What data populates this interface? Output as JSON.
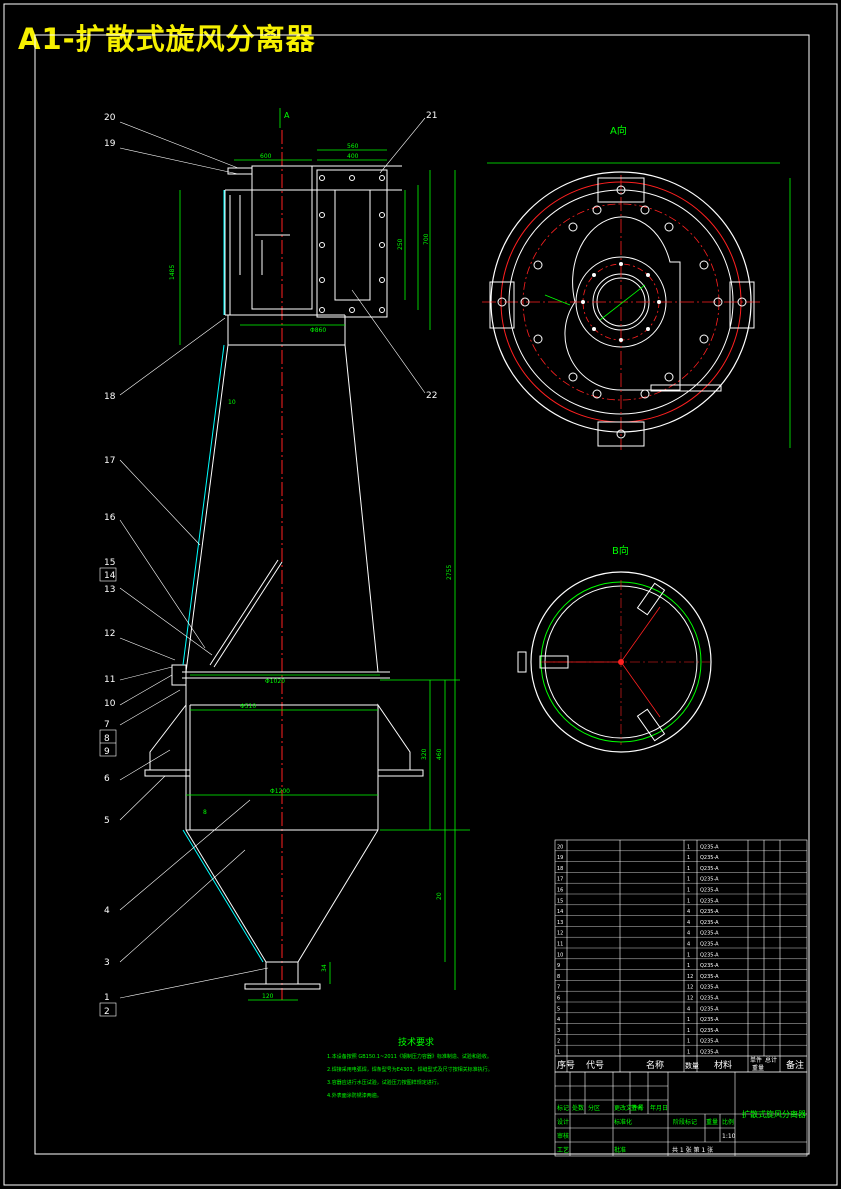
{
  "title": "A1-扩散式旋风分离器",
  "view_labels": {
    "section": "A",
    "view_a": "A向",
    "view_b": "B向"
  },
  "part_numbers": [
    "20",
    "19",
    "18",
    "17",
    "16",
    "15",
    "14",
    "13",
    "12",
    "11",
    "10",
    "7",
    "8",
    "9",
    "6",
    "5",
    "4",
    "3",
    "1",
    "2",
    "21",
    "22"
  ],
  "dims": {
    "d600": "600",
    "d1485": "1485",
    "d2755": "2755",
    "d560": "560",
    "d400": "400",
    "d20": "20",
    "d34": "34",
    "d320": "320",
    "d700": "700",
    "d250": "250",
    "d460": "460",
    "d1200": "Φ1200",
    "d1020": "Φ1020",
    "d510": "Φ510",
    "d860": "Φ860",
    "d120": "120",
    "d10": "10",
    "d8": "8"
  },
  "tech_req": {
    "heading": "技术要求",
    "lines": [
      "1.本设备按照 GB150.1~2011《钢制压力容器》标准制造、试验和验收。",
      "2.焊接采用电弧焊，焊条型号为E4303，焊缝型式及尺寸按相关标准执行。",
      "3.容器应进行水压试验，试验压力按图样规定进行。",
      "4.外表面涂防锈漆两遍。"
    ]
  },
  "bom": {
    "headers": [
      "序号",
      "代号",
      "名称",
      "数量",
      "材料",
      "单件",
      "总计",
      "备注"
    ],
    "weight_header": "重量",
    "rows": [
      {
        "no": "20",
        "code": "",
        "name": "",
        "qty": "1",
        "mat": "Q235-A",
        "note": ""
      },
      {
        "no": "19",
        "code": "",
        "name": "",
        "qty": "1",
        "mat": "Q235-A",
        "note": ""
      },
      {
        "no": "18",
        "code": "",
        "name": "",
        "qty": "1",
        "mat": "Q235-A",
        "note": ""
      },
      {
        "no": "17",
        "code": "",
        "name": "",
        "qty": "1",
        "mat": "Q235-A",
        "note": ""
      },
      {
        "no": "16",
        "code": "",
        "name": "",
        "qty": "1",
        "mat": "Q235-A",
        "note": ""
      },
      {
        "no": "15",
        "code": "",
        "name": "",
        "qty": "1",
        "mat": "Q235-A",
        "note": ""
      },
      {
        "no": "14",
        "code": "",
        "name": "",
        "qty": "4",
        "mat": "Q235-A",
        "note": ""
      },
      {
        "no": "13",
        "code": "",
        "name": "",
        "qty": "4",
        "mat": "Q235-A",
        "note": ""
      },
      {
        "no": "12",
        "code": "",
        "name": "",
        "qty": "4",
        "mat": "Q235-A",
        "note": ""
      },
      {
        "no": "11",
        "code": "",
        "name": "",
        "qty": "4",
        "mat": "Q235-A",
        "note": ""
      },
      {
        "no": "10",
        "code": "",
        "name": "",
        "qty": "1",
        "mat": "Q235-A",
        "note": ""
      },
      {
        "no": "9",
        "code": "",
        "name": "",
        "qty": "1",
        "mat": "Q235-A",
        "note": ""
      },
      {
        "no": "8",
        "code": "",
        "name": "",
        "qty": "12",
        "mat": "Q235-A",
        "note": ""
      },
      {
        "no": "7",
        "code": "",
        "name": "",
        "qty": "12",
        "mat": "Q235-A",
        "note": ""
      },
      {
        "no": "6",
        "code": "",
        "name": "",
        "qty": "12",
        "mat": "Q235-A",
        "note": ""
      },
      {
        "no": "5",
        "code": "",
        "name": "",
        "qty": "4",
        "mat": "Q235-A",
        "note": ""
      },
      {
        "no": "4",
        "code": "",
        "name": "",
        "qty": "1",
        "mat": "Q235-A",
        "note": ""
      },
      {
        "no": "3",
        "code": "",
        "name": "",
        "qty": "1",
        "mat": "Q235-A",
        "note": ""
      },
      {
        "no": "2",
        "code": "",
        "name": "",
        "qty": "1",
        "mat": "Q235-A",
        "note": ""
      },
      {
        "no": "1",
        "code": "",
        "name": "",
        "qty": "1",
        "mat": "Q235-A",
        "note": ""
      }
    ]
  },
  "title_block": {
    "drawing_name": "扩散式旋风分离器",
    "scale": "1:10",
    "sheet": "共 1 张 第 1 张",
    "labels": [
      "标记",
      "处数",
      "分区",
      "更改文件号",
      "签名",
      "年月日",
      "设计",
      "标准化",
      "审核",
      "工艺",
      "批准",
      "阶段标记",
      "重量",
      "比例"
    ]
  },
  "colors": {
    "frame": "#ffffff",
    "dim": "#00ff00",
    "centerline": "#ff2020",
    "title": "#f6f000",
    "text": "#ffffff",
    "hatch": "#00ffff"
  }
}
